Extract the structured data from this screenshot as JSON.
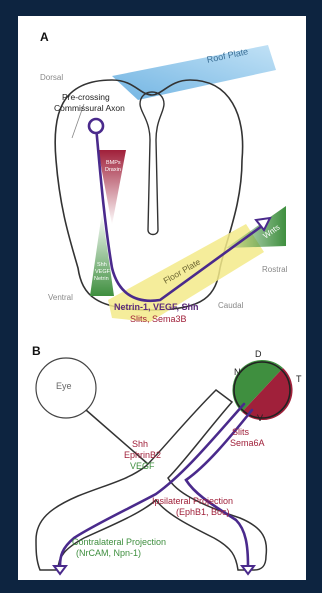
{
  "panel_a": {
    "letter": "A",
    "roof_plate": "Roof Plate",
    "dorsal": "Dorsal",
    "precrossing_line1": "Pre-crossing",
    "precrossing_line2": "Commissural Axon",
    "bmp_line1": "BMPs",
    "bmp_line2": "Draxin",
    "shh_line1": "Shh",
    "shh_line2": "VEGF",
    "shh_line3": "Netrin",
    "floor_plate": "Floor Plate",
    "wnts": "Wnts",
    "rostral": "Rostral",
    "ventral": "Ventral",
    "caudal": "Caudal",
    "cues_line1": "Netrin-1, VEGF, Shh",
    "cues_line2": "Slits, Sema3B"
  },
  "panel_b": {
    "letter": "B",
    "eye": "Eye",
    "d": "D",
    "n": "N",
    "t": "T",
    "v": "V",
    "left_cue_1": "Shh",
    "left_cue_2": "EphrinB2",
    "left_cue_3": "VEGF",
    "right_cue_1": "Slits",
    "right_cue_2": "Sema6A",
    "ipsi_line1": "Ipsilateral Projection",
    "ipsi_line2": "(EphB1, Boc)",
    "contra_line1": "Contralateral Projection",
    "contra_line2": "(NrCAM, Npn-1)"
  },
  "colors": {
    "background": "#0d2440",
    "panel": "#ffffff",
    "axon": "#4a2a8c",
    "red_cue": "#a0203a",
    "green_cue": "#3f8f3f",
    "roof_blue": "#8ec8ec",
    "floor_yellow": "#f3ea8a"
  }
}
